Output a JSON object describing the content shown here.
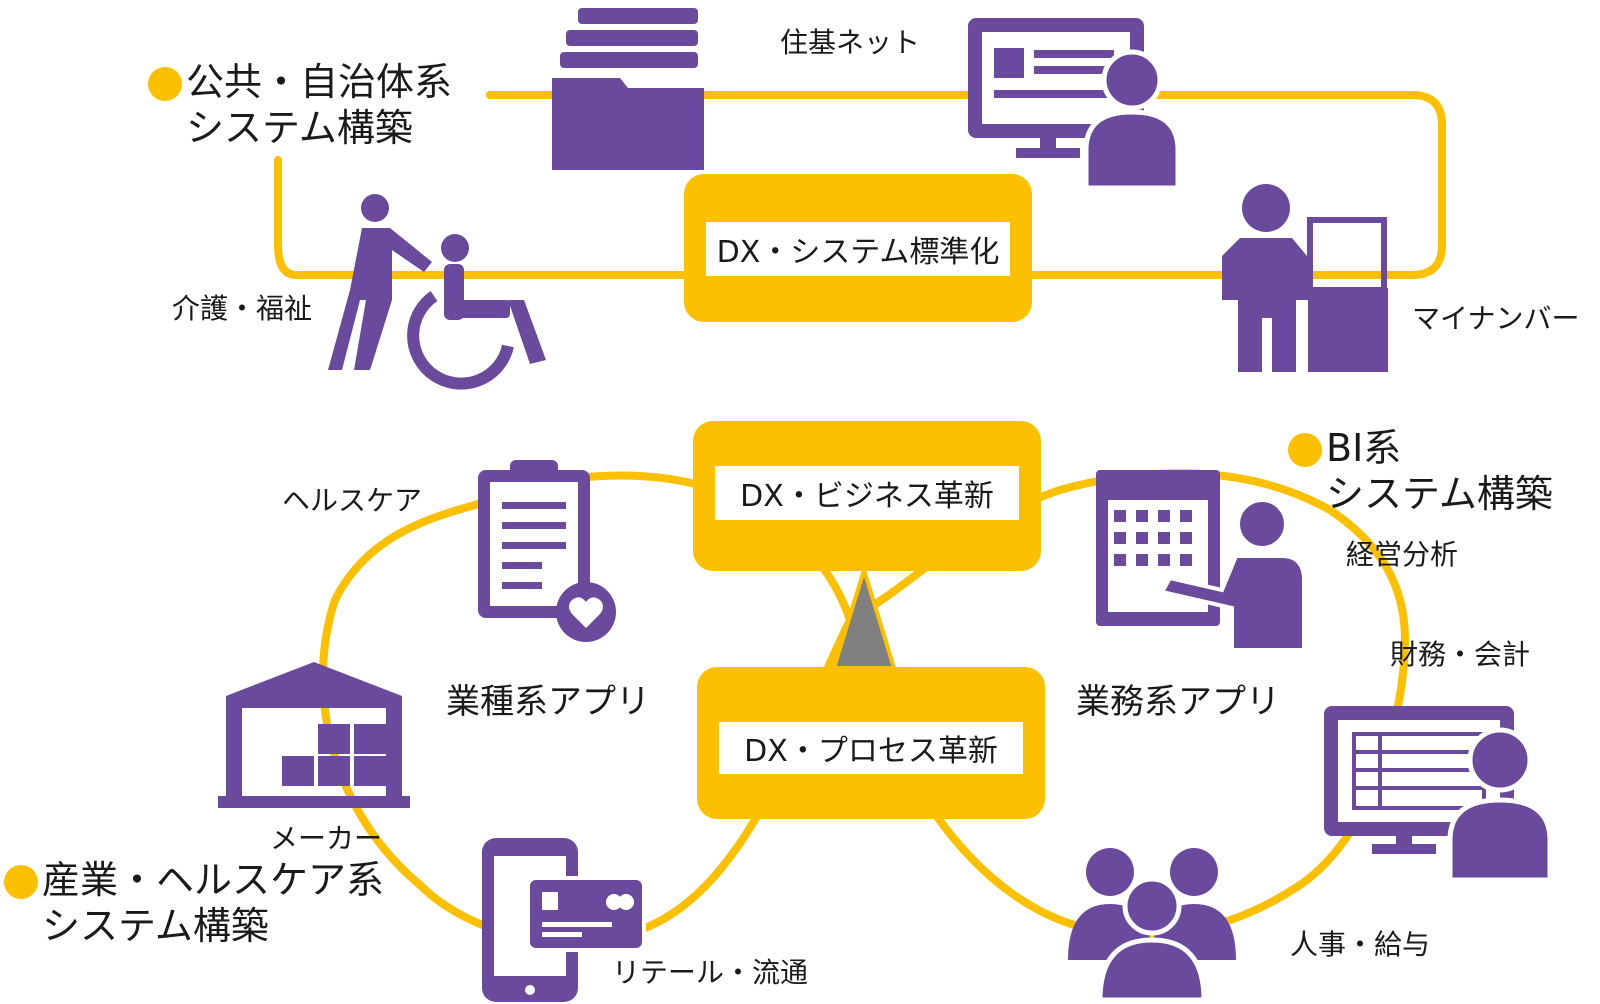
{
  "colors": {
    "accent": "#FCC000",
    "icon": "#6A4A9C",
    "triangle": "#808080"
  },
  "hubs": {
    "top": "DX・システム標準化",
    "business": "DX・ビジネス革新",
    "process": "DX・プロセス革新"
  },
  "sections": {
    "public": {
      "line1": "公共・自治体系",
      "line2": "システム構築"
    },
    "bi": {
      "line1": "BI系",
      "line2": "システム構築"
    },
    "industry": {
      "line1": "産業・ヘルスケア系",
      "line2": "システム構築"
    }
  },
  "labels": {
    "juki_net": "住基ネット",
    "kaigo": "介護・福祉",
    "my_number": "マイナンバー",
    "healthcare": "ヘルスケア",
    "industry_apps": "業種系アプリ",
    "business_apps": "業務系アプリ",
    "management_analysis": "経営分析",
    "finance": "財務・会計",
    "maker": "メーカー",
    "retail": "リテール・流通",
    "hr": "人事・給与"
  },
  "icons": [
    "file-folder-icon",
    "monitor-user-icon",
    "caregiver-wheelchair-icon",
    "kiosk-user-icon",
    "clipboard-heart-icon",
    "calendar-presenter-icon",
    "factory-icon",
    "spreadsheet-user-icon",
    "smartphone-card-icon",
    "people-group-icon"
  ]
}
